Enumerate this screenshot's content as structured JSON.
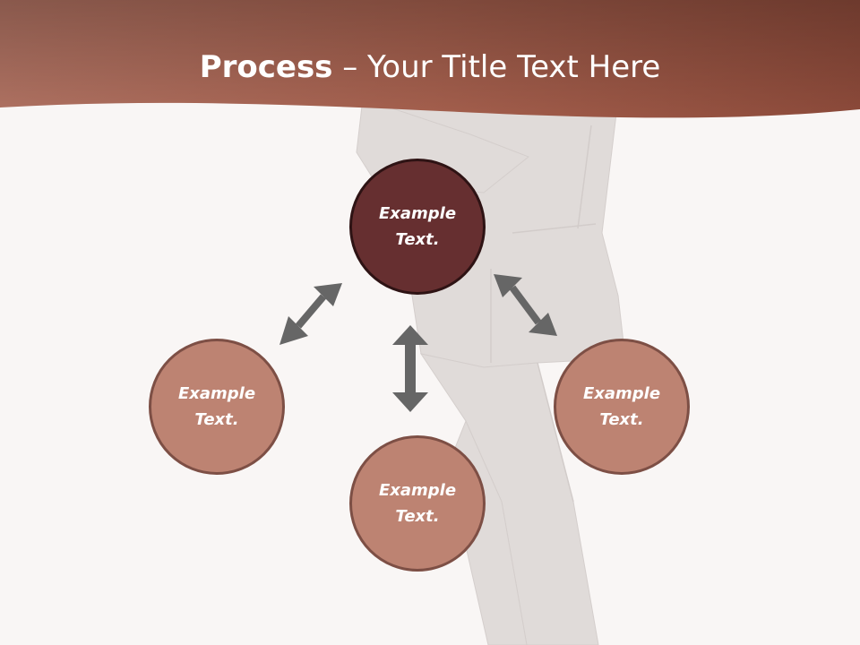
{
  "slide": {
    "title_bold": "Process",
    "title_rest": " – Your Title Text Here",
    "colors": {
      "header": "#a66552",
      "center_node": "#662f30",
      "outer_node": "#bd8372",
      "arrow": "#666666"
    }
  },
  "diagram": {
    "center": {
      "label": "Example\nText."
    },
    "left": {
      "label": "Example\nText."
    },
    "bottom": {
      "label": "Example\nText."
    },
    "right": {
      "label": "Example\nText."
    }
  }
}
